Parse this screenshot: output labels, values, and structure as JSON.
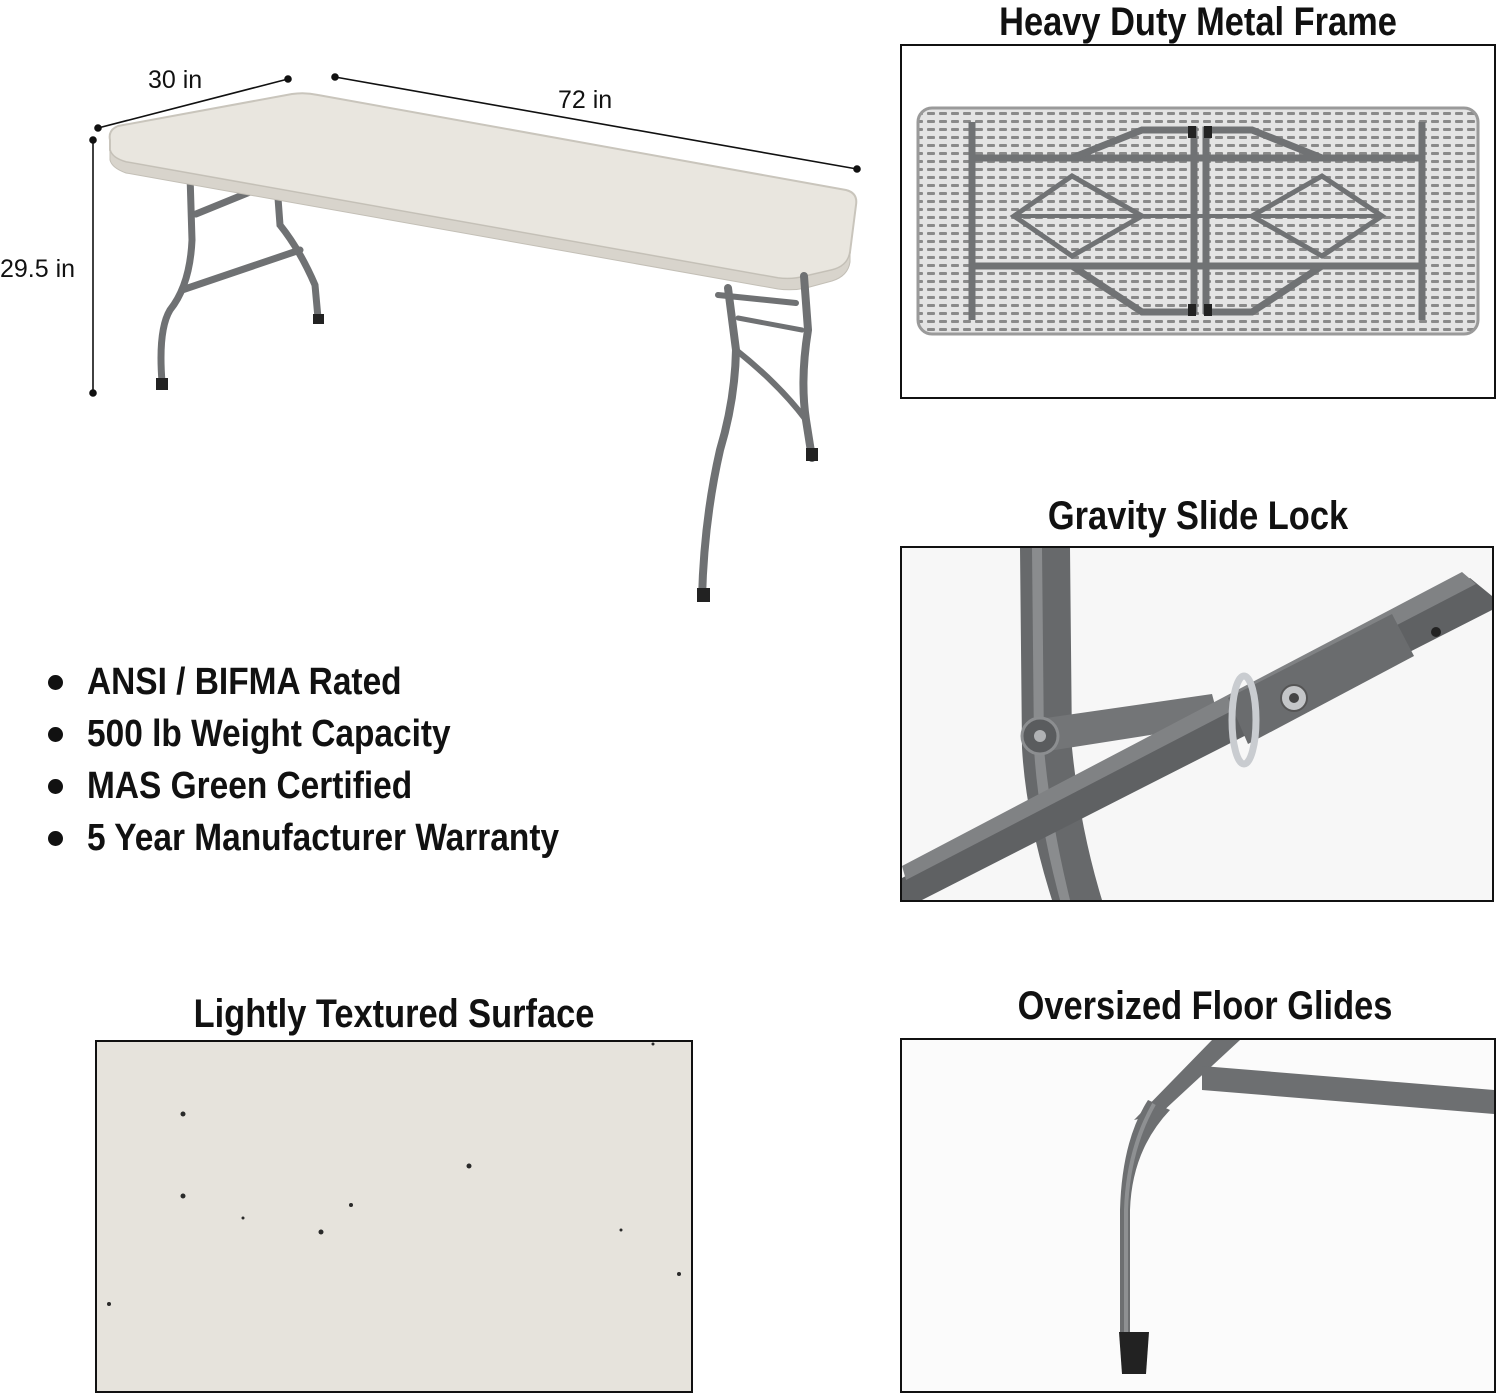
{
  "dimensions": {
    "depth": "30 in",
    "length": "72 in",
    "height": "29.5 in"
  },
  "features": [
    "ANSI / BIFMA Rated",
    "500 lb Weight Capacity",
    "MAS Green Certified",
    "5 Year Manufacturer Warranty"
  ],
  "panels": {
    "frame": "Heavy Duty Metal Frame",
    "lock": "Gravity Slide Lock",
    "surface": "Lightly Textured Surface",
    "glides": "Oversized Floor Glides"
  },
  "colors": {
    "tabletop": "#e9e6df",
    "frame_metal": "#6f7173",
    "glide": "#222222"
  }
}
